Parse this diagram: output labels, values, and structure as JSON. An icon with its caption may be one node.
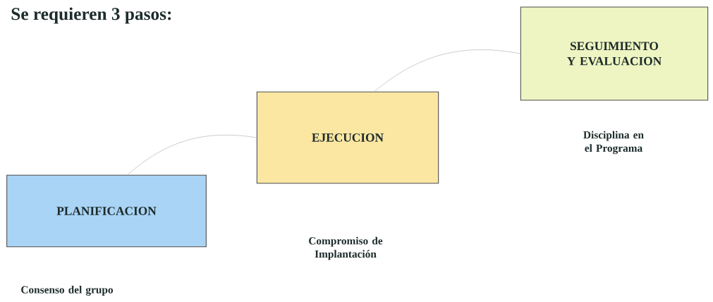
{
  "diagram": {
    "title": "Se requieren 3 pasos:",
    "nodes": [
      {
        "text": [
          "PLANIFICACION"
        ]
      },
      {
        "text": [
          "EJECUCION"
        ]
      },
      {
        "text": [
          "SEGUIMIENTO Y EVALUACION"
        ]
      }
    ],
    "edges": [
      {
        "from": 0,
        "to": 1,
        "arrow": "none",
        "color": "#c8c8c8"
      },
      {
        "from": 1,
        "to": 2,
        "arrow": "none",
        "color": "#c8c8c8"
      }
    ],
    "labels": [
      "Disciplina en el Programa",
      "Compromiso de Implantación",
      "Consenso del grupo"
    ]
  }
}
